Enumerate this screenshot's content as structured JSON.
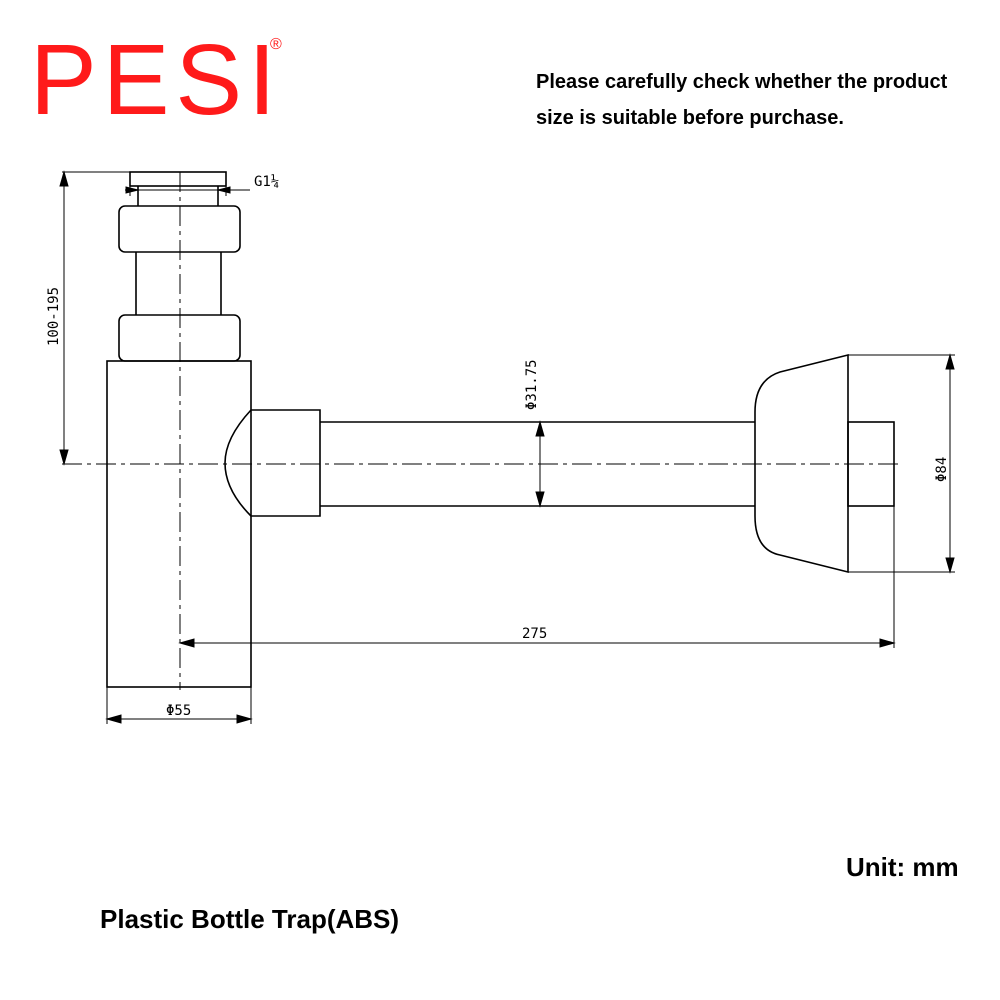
{
  "brand": {
    "name": "PESI",
    "mark": "®",
    "color": "#ff1a1a"
  },
  "note": "Please carefully check whether the product size is suitable before purchase.",
  "unit": "Unit: mm",
  "product_name": "Plastic Bottle Trap(ABS)",
  "dimensions": {
    "thread": "G1¼",
    "height_range": "100-195",
    "pipe_diameter": "Φ31.75",
    "flange_diameter": "Φ84",
    "length": "275",
    "body_diameter": "Φ55"
  }
}
